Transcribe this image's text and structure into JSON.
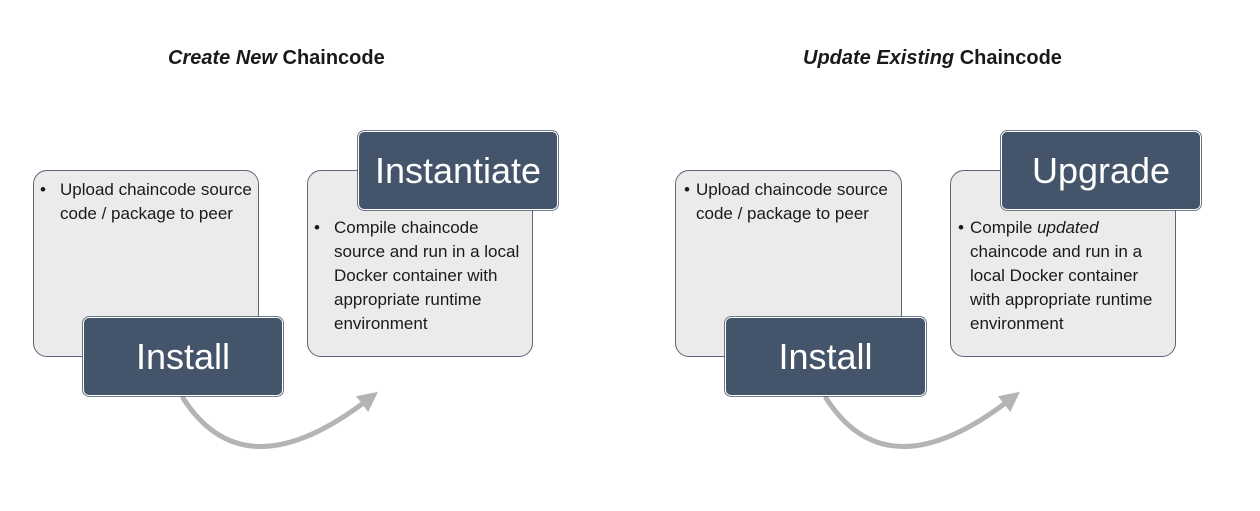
{
  "left": {
    "title_em": "Create New",
    "title_rest": " Chaincode",
    "install_box": {
      "bullet": "•",
      "text": "Upload chaincode source code / package to peer"
    },
    "install_label": "Install",
    "instantiate_box": {
      "bullet": "•",
      "text": "Compile chaincode source and run in a local Docker container with appropriate runtime environment"
    },
    "instantiate_label": "Instantiate"
  },
  "right": {
    "title_em": "Update Existing",
    "title_rest": " Chaincode",
    "install_box": {
      "bullet": "•",
      "text": "Upload chaincode source code / package to peer"
    },
    "install_label": "Install",
    "upgrade_box": {
      "bullet": "•",
      "text_before": "Compile ",
      "text_em": "updated",
      "text_after": " chaincode and run in a local Docker container with appropriate runtime environment"
    },
    "upgrade_label": "Upgrade"
  },
  "colors": {
    "label_fill": "#44546a",
    "box_fill": "#ebebeb",
    "box_border": "#5a667a",
    "arrow": "#b4b4b4"
  }
}
